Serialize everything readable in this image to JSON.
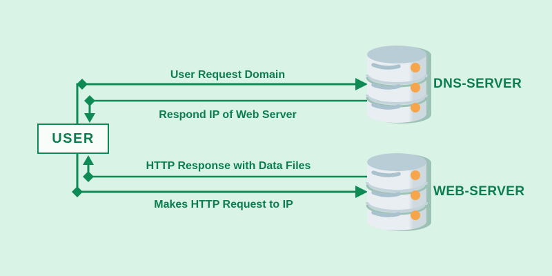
{
  "diagram": {
    "user_label": "USER",
    "servers": [
      {
        "name": "dns",
        "label": "DNS-SERVER"
      },
      {
        "name": "web",
        "label": "WEB-SERVER"
      }
    ],
    "flows": [
      {
        "label": "User Request Domain",
        "from": "USER",
        "to": "DNS-SERVER",
        "arrow_direction": "right"
      },
      {
        "label": "Respond IP of Web Server",
        "from": "DNS-SERVER",
        "to": "USER",
        "arrow_direction": "down-into-user"
      },
      {
        "label": "HTTP Response with Data Files",
        "from": "WEB-SERVER",
        "to": "USER",
        "arrow_direction": "up-into-user"
      },
      {
        "label": "Makes HTTP Request to IP",
        "from": "USER",
        "to": "WEB-SERVER",
        "arrow_direction": "right"
      }
    ],
    "colors": {
      "background": "#d9f3e6",
      "line": "#0e8a55",
      "text": "#0b7d4f",
      "box_bg": "#f8fdfa",
      "server_body_light": "#e9eef2",
      "server_body_shade": "#cfdae0",
      "server_top": "#b9cdd6",
      "server_ring_gray": "#c4d4db",
      "server_ring_teal": "#9cc2b5",
      "server_slot": "#a9c2ce",
      "server_dot": "#f6a54b"
    }
  }
}
